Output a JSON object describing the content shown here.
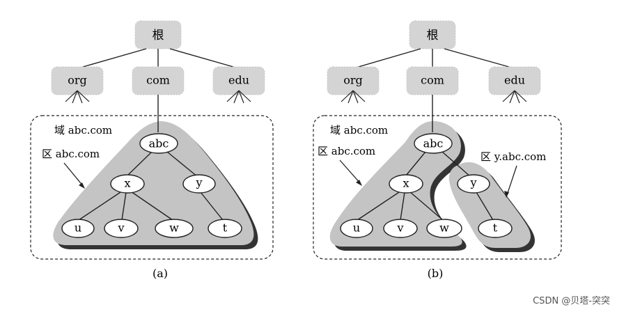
{
  "tree": {
    "root": "根",
    "tlds": [
      "org",
      "com",
      "edu"
    ],
    "second_level": "abc",
    "third_level": [
      "x",
      "y"
    ],
    "leaves_x": [
      "u",
      "v",
      "w"
    ],
    "leaves_y": [
      "t"
    ]
  },
  "panel_a": {
    "domain_label": "域 abc.com",
    "zone_label": "区 abc.com",
    "caption": "(a)"
  },
  "panel_b": {
    "domain_label": "域 abc.com",
    "zone_label": "区 abc.com",
    "zone2_label": "区 y.abc.com",
    "caption": "(b)"
  },
  "watermark": "CSDN @贝塔-突突",
  "colors": {
    "box_fill": "#d4d4d4",
    "zone_fill": "#c4c4c4",
    "zone_shadow": "#333333",
    "line": "#222222"
  }
}
